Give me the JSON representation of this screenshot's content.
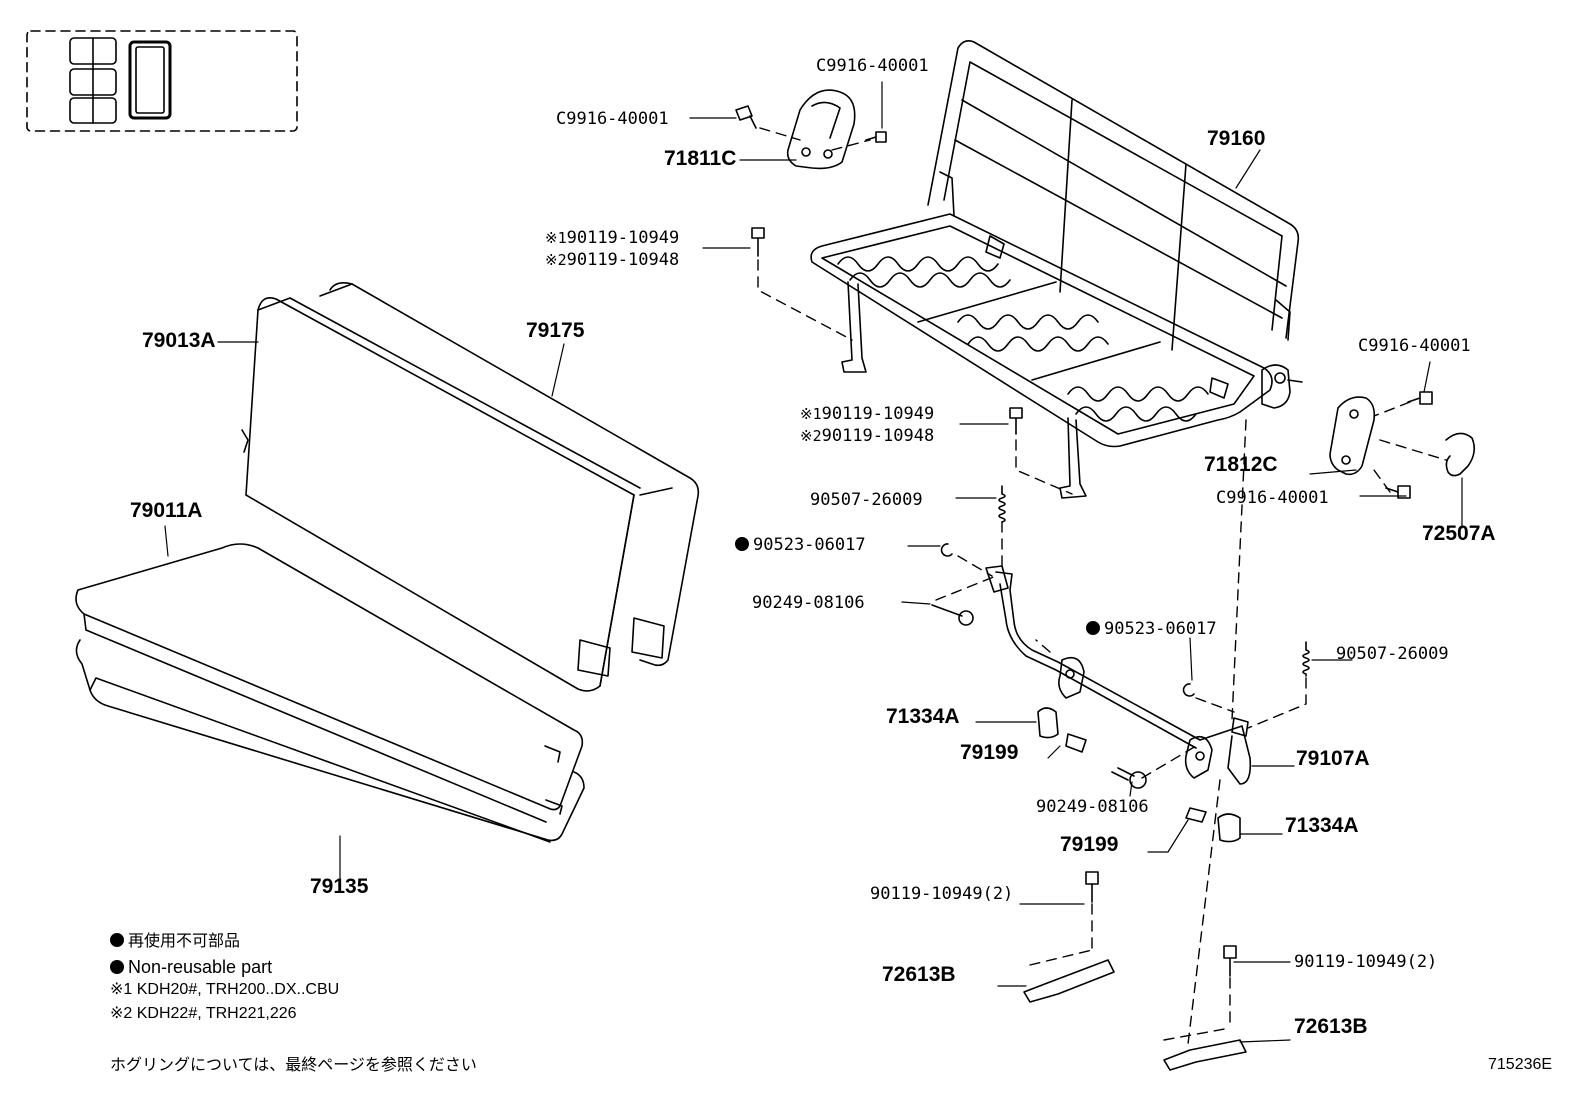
{
  "parts": {
    "c9916_a": "C9916-40001",
    "c9916_b": "C9916-40001",
    "c9916_c": "C9916-40001",
    "c9916_d": "C9916-40001",
    "p71811c": "71811C",
    "p79160": "79160",
    "bolt_a1": "90119-10949",
    "bolt_a2": "90119-10948",
    "bolt_b1": "90119-10949",
    "bolt_b2": "90119-10948",
    "p79013a": "79013A",
    "p79175": "79175",
    "p79011a": "79011A",
    "p79135": "79135",
    "p71812c": "71812C",
    "p72507a": "72507A",
    "spring_a": "90507-26009",
    "spring_b": "90507-26009",
    "clip_a": "90523-06017",
    "clip_b": "90523-06017",
    "pin_a": "90249-08106",
    "pin_b": "90249-08106",
    "p71334a_a": "71334A",
    "p71334a_b": "71334A",
    "p79199_a": "79199",
    "p79199_b": "79199",
    "p79107a": "79107A",
    "bolt_c": "90119-10949(2)",
    "bolt_d": "90119-10949(2)",
    "p72613b_a": "72613B",
    "p72613b_b": "72613B"
  },
  "marks": {
    "m1": "※1",
    "m2": "※2"
  },
  "legend": {
    "jp_nonreusable": "再使用不可部品",
    "en_nonreusable": "Non-reusable part",
    "note1": "※1 KDH20#, TRH200..DX..CBU",
    "note2": "※2 KDH22#, TRH221,226"
  },
  "footer": {
    "jp_note": "ホグリングについては、最終ページを参照ください",
    "figure_id": "715236E"
  }
}
